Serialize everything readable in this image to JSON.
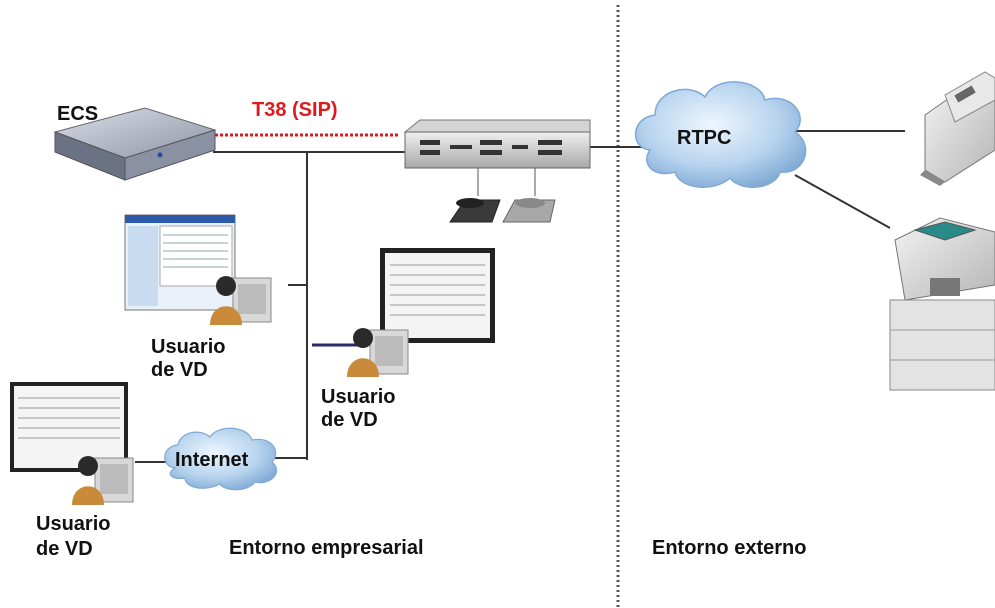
{
  "labels": {
    "ecs": "ECS",
    "t38": "T38 (SIP)",
    "rtpc": "RTPC",
    "internet": "Internet",
    "user1_line1": "Usuario",
    "user1_line2": "de VD",
    "user2_line1": "Usuario",
    "user2_line2": "de VD",
    "user3_line1": "Usuario",
    "user3_line2": "de VD",
    "enterprise": "Entorno empresarial",
    "external": "Entorno externo"
  },
  "colors": {
    "sip_link": "#e01a1a",
    "lines": "#333333",
    "cloud": "#b8d4ee",
    "divider": "#555555"
  },
  "icons": [
    "server-icon",
    "pbx-switch-icon",
    "phone-icon",
    "cloud-icon",
    "fax-machine-icon",
    "multifunction-printer-icon",
    "user-workstation-icon",
    "screen-icon"
  ]
}
